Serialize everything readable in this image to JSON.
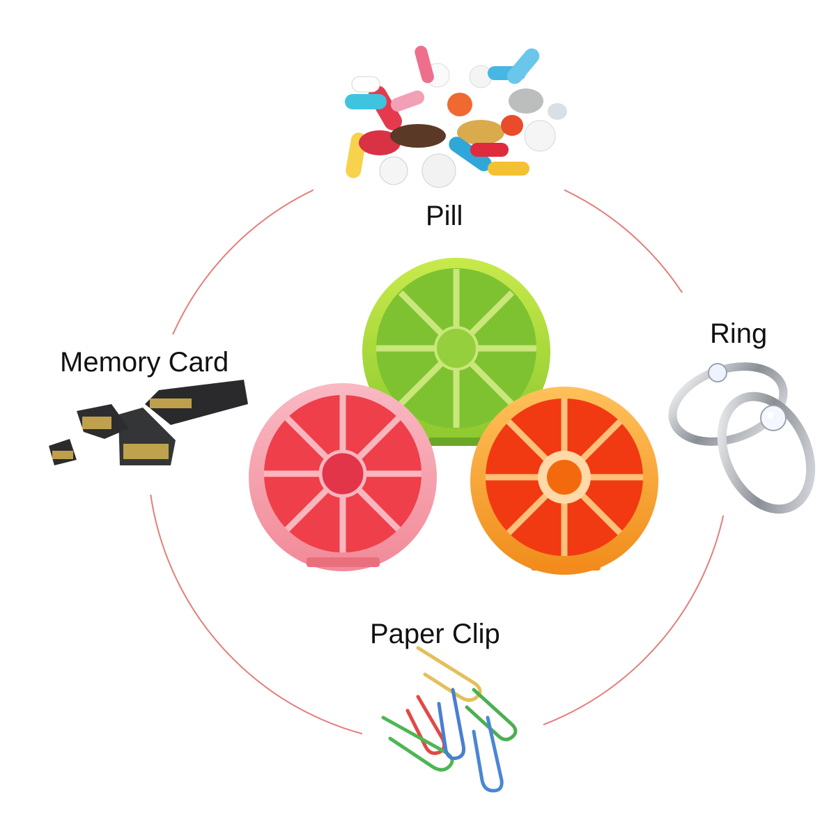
{
  "labels": {
    "pill": "Pill",
    "ring": "Ring",
    "memory_card": "Memory Card",
    "paper_clip": "Paper Clip"
  },
  "colors": {
    "circle_ring": "#d9534f",
    "lime_case": "#8cc63f",
    "grapefruit_case": "#f06a74",
    "orange_case": "#f39a1f"
  },
  "icons": [
    "pills-image",
    "ring-image",
    "memory-card-image",
    "paper-clip-image",
    "lime-pill-case",
    "grapefruit-pill-case",
    "orange-pill-case"
  ]
}
